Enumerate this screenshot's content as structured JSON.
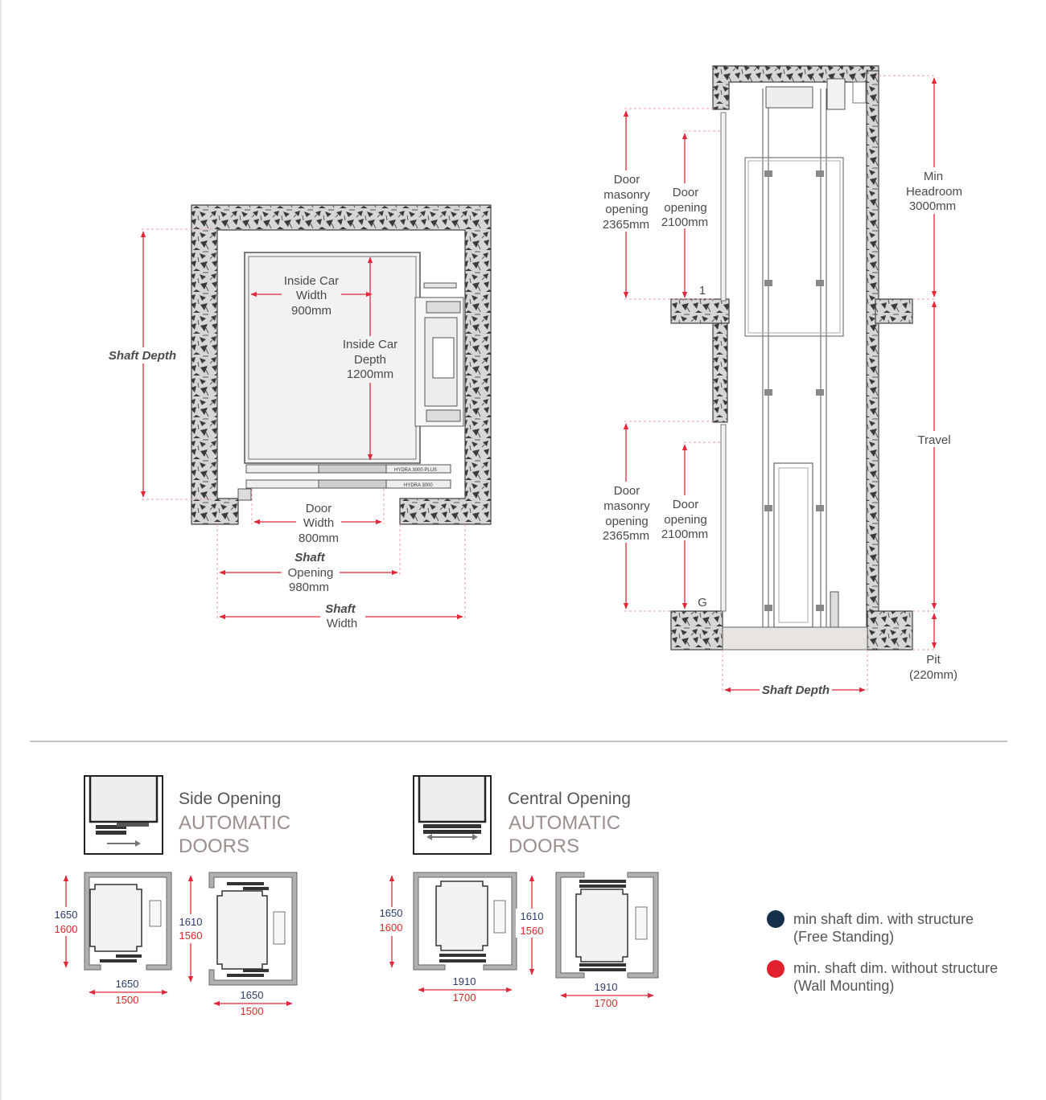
{
  "plan": {
    "shaft_depth": "Shaft Depth",
    "car_width": [
      "Inside Car",
      "Width",
      "900mm"
    ],
    "car_depth": [
      "Inside Car",
      "Depth",
      "1200mm"
    ],
    "door_width": [
      "Door",
      "Width",
      "800mm"
    ],
    "shaft_opening": [
      "Shaft",
      "Opening",
      "980mm"
    ],
    "shaft_width": [
      "Shaft",
      "Width"
    ],
    "rail_label_1": "HYDRA 3000 PLUS",
    "rail_label_2": "HYDRA 3000"
  },
  "section": {
    "upper_masonry": [
      "Door",
      "masonry",
      "opening",
      "2365mm"
    ],
    "upper_door": [
      "Door",
      "opening",
      "2100mm"
    ],
    "lower_masonry": [
      "Door",
      "masonry",
      "opening",
      "2365mm"
    ],
    "lower_door": [
      "Door",
      "opening",
      "2100mm"
    ],
    "headroom": [
      "Min",
      "Headroom",
      "3000mm"
    ],
    "travel": "Travel",
    "pit": [
      "Pit",
      "(220mm)"
    ],
    "shaft_depth": "Shaft Depth",
    "floor_1": "1",
    "floor_g": "G"
  },
  "options": [
    {
      "title": "Side Opening",
      "sub1": "AUTOMATIC",
      "sub2": "DOORS"
    },
    {
      "title": "Central Opening",
      "sub1": "AUTOMATIC",
      "sub2": "DOORS"
    }
  ],
  "mini_plans": [
    {
      "h_blue": "1650",
      "h_red": "1600",
      "w_blue": "1650",
      "w_red": "1500"
    },
    {
      "h_blue": "1610",
      "h_red": "1560",
      "w_blue": "1650",
      "w_red": "1500"
    },
    {
      "h_blue": "1650",
      "h_red": "1600",
      "w_blue": "1910",
      "w_red": "1700"
    },
    {
      "h_blue": "1610",
      "h_red": "1560",
      "w_blue": "1910",
      "w_red": "1700"
    }
  ],
  "legend": [
    {
      "color": "#14304a",
      "line1": "min shaft dim. with structure",
      "line2": "(Free Standing)"
    },
    {
      "color": "#e2202e",
      "line1": "min. shaft dim. without structure",
      "line2": "(Wall Mounting)"
    }
  ]
}
